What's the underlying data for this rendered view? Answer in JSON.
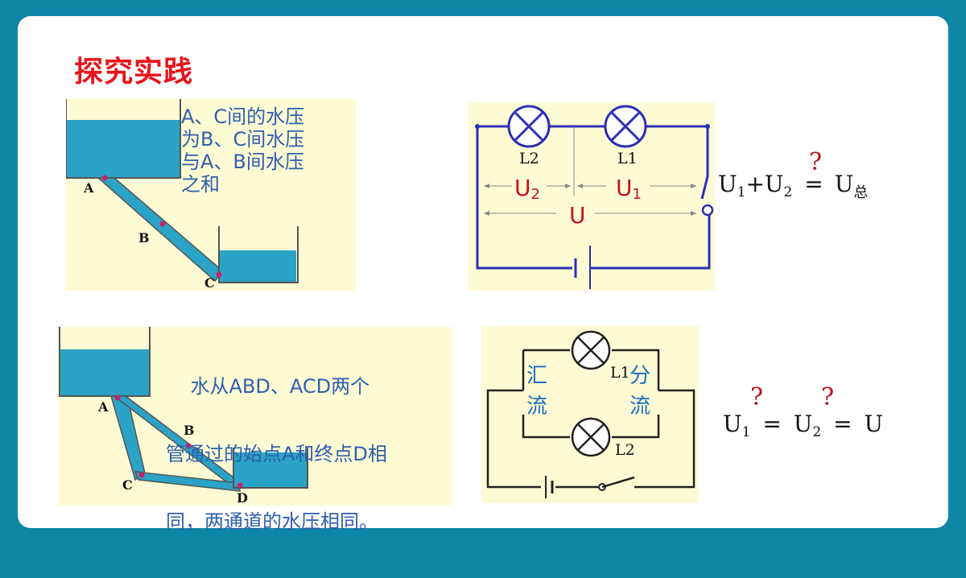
{
  "title": "探究实践",
  "panel1": {
    "description_lines": [
      "A、C间的水压",
      "为B、C间水压",
      "与A、B间水压",
      "之和"
    ],
    "points": [
      "A",
      "B",
      "C"
    ]
  },
  "panel2": {
    "lamp_labels": [
      "L2",
      "L1"
    ],
    "voltage_labels": {
      "u2": "U",
      "u2_sub": "2",
      "u1": "U",
      "u1_sub": "1",
      "u": "U"
    }
  },
  "equation1": {
    "u": "U",
    "sub1": "1",
    "plus": "+",
    "sub2": "2",
    "equals": "=",
    "total": "U",
    "total_sub": "总",
    "question": "?"
  },
  "panel3": {
    "description_lines": [
      "    水从ABD、ACD两个",
      "管通过的始点A和终点D相",
      "同，两通道的水压相同。"
    ],
    "points": [
      "A",
      "B",
      "C",
      "D"
    ]
  },
  "panel4": {
    "lamp_labels": [
      "L1",
      "L2"
    ],
    "left_label": [
      "汇",
      "流"
    ],
    "right_label": [
      "分",
      "流"
    ]
  },
  "equation2": {
    "u": "U",
    "sub1": "1",
    "equals": "=",
    "sub2": "2",
    "question": "?"
  },
  "colors": {
    "water": "#2ba3c6",
    "wire": "#2b2fb5",
    "text_blue": "#2e5fae",
    "title_red": "#e8141c",
    "question_red": "#b8121a"
  }
}
